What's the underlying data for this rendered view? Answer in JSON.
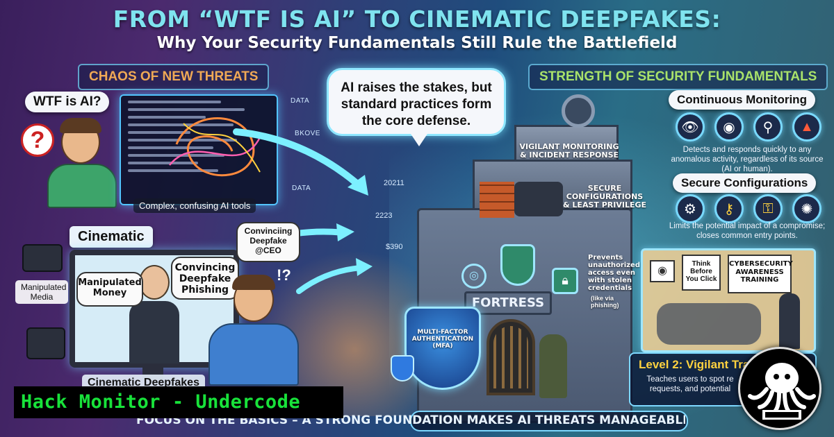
{
  "header": {
    "title": "FROM “WTF IS AI” TO CINEMATIC DEEPFAKES:",
    "subtitle": "Why Your Security Fundamentals Still Rule the Battlefield"
  },
  "left": {
    "banner": "CHAOS OF NEW THREATS",
    "wtf_label": "WTF is AI?",
    "code_labels": [
      "DATA",
      "BKOVE",
      "DATA"
    ],
    "tools_caption": "Complex, confusing AI tools",
    "cinematic_label": "Cinematic",
    "bubble_money": "Manipulated Money",
    "bubble_phishing": "Convincing Deepfake Phishing",
    "deepfake_ceo": "Convinciing Deepfake @CEO",
    "manipulated_media": "Manipulated Media",
    "cinematic_deepfakes": "Cinematic Deepfakes"
  },
  "center": {
    "bubble": "AI raises the stakes, but standard practices form the core defense.",
    "numbers": [
      "20211",
      "2223",
      "$390"
    ]
  },
  "fortress": {
    "level_top": "VIGILANT MONITORING & INCIDENT RESPONSE",
    "level_mid": "SECURE CONFIGURATIONS & LEAST PRIVILEGE",
    "prevents": "Prevents unauthorized access even with stolen credentials",
    "prevents_note": "(like via phishing)",
    "sign": "FORTRESS",
    "mfa": "MULTI-FACTOR AUTHENTICATION (MFA)"
  },
  "right": {
    "banner": "STRENGTH OF SECURITY FUNDAMENTALS",
    "monitoring": {
      "title": "Continuous Monitoring",
      "desc": "Detects and responds quickly to any anomalous activity, regardless of its source (AI or human)."
    },
    "config": {
      "title": "Secure Configurations",
      "desc": "Limits the potential impact of a compromise; closes common entry points."
    },
    "training": {
      "sign": "CYBERSECURITY AWARENESS TRAINING",
      "poster": "Think Before You Click",
      "level_title": "Level 2: Vigilant Trai",
      "level_desc": "Teaches users to spot re requests, and potential"
    }
  },
  "footer": {
    "text": "FOCUS ON THE BASICS – A STRONG FOUNDATION MAKES AI THREATS MANAGEABLE"
  },
  "watermark": {
    "label": "Hack Monitor - Undercode"
  }
}
